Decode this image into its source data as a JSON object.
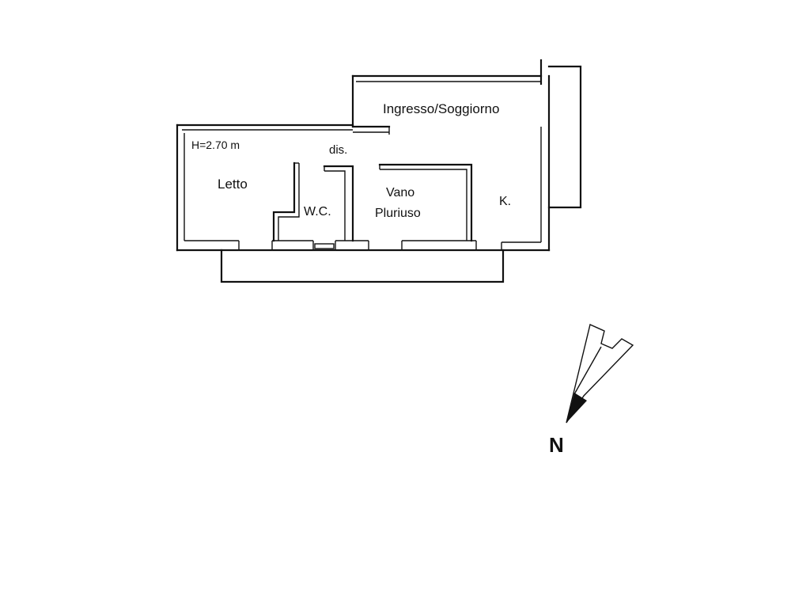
{
  "plan": {
    "height_note": "H=2.70 m",
    "rooms": {
      "ingresso": "Ingresso/Soggiorno",
      "disimpegno": "dis.",
      "letto": "Letto",
      "wc": "W.C.",
      "vano_line1": "Vano",
      "vano_line2": "Pluriuso",
      "cucina": "K."
    }
  },
  "compass": {
    "label": "N"
  }
}
